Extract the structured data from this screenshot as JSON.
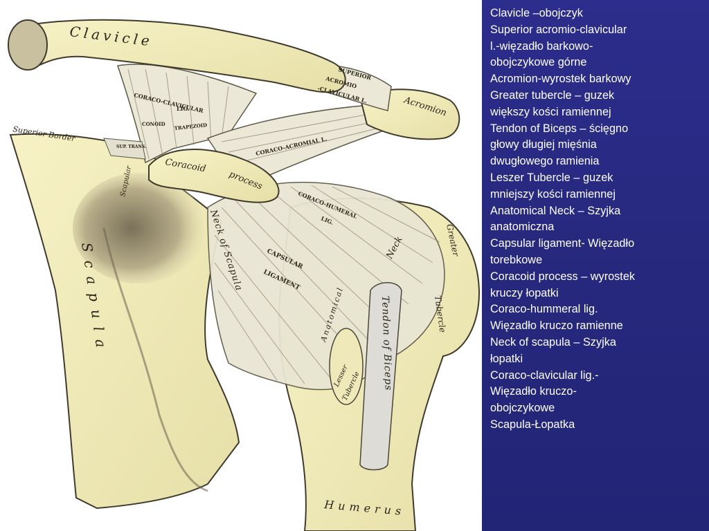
{
  "illustration": {
    "labels": {
      "clavicle": "Clavicle",
      "superior": "SUPERIOR",
      "acromio": "ACROMIO",
      "clavicular": "-CLAVICULAR L.",
      "acromion": "Acromion",
      "coraco_clavicular": "CORACO-CLAVICULAR",
      "lig_short": "LIG.",
      "conoid": "CONOID",
      "trapezoid": "TRAPEZOID",
      "coraco_acromial": "CORACO-ACROMIAL L.",
      "superior_border": "Superior Border",
      "sup_trans": "SUP. TRANS.",
      "scapular": "Scapular",
      "coracoid": "Coracoid",
      "process": "process",
      "coraco_humeral": "CORACO-HUMERAL",
      "lig_long": "LIG.",
      "neck_of_scapula": "Neck of Scapula",
      "neck": "Neck",
      "anatomical": "Anatomical",
      "capsular": "CAPSULAR",
      "ligament": "LIGAMENT",
      "greater": "Greater",
      "tubercle": "Tubercle",
      "lesser": "Lesser",
      "lesser_tubercle": "Tubercle",
      "tendon_of_biceps": "Tendon of Biceps",
      "scapula": "Scapula",
      "humerus": "Humerus"
    }
  },
  "legend": [
    "Clavicle –obojczyk",
    "Superior acromio-clavicular",
    "l.-więzadło barkowo-",
    "obojczykowe górne",
    "Acromion-wyrostek barkowy",
    "Greater tubercle – guzek",
    "większy kości ramiennej",
    "Tendon of Biceps – ścięgno",
    "głowy długiej mięśnia",
    "dwugłowego ramienia",
    "Leszer Tubercle – guzek",
    "mniejszy kości ramiennej",
    "Anatomical Neck – Szyjka",
    "anatomiczna",
    "Capsular ligament- Więzadło",
    "torebkowe",
    "Coracoid process – wyrostek",
    "kruczy łopatki",
    "Coraco-hummeral lig.",
    "Więzadło kruczo ramienne",
    "Neck of scapula – Szyjka",
    "łopatki",
    "Coraco-clavicular lig.-",
    "Więzadło kruczo-",
    "obojczykowe",
    "Scapula-Łopatka"
  ],
  "colors": {
    "panel_background": "#2a2b87",
    "legend_text": "#ffffff",
    "bone": "#f3eebd",
    "ligament": "#e9e6d6",
    "shadow": "#5d5746"
  }
}
